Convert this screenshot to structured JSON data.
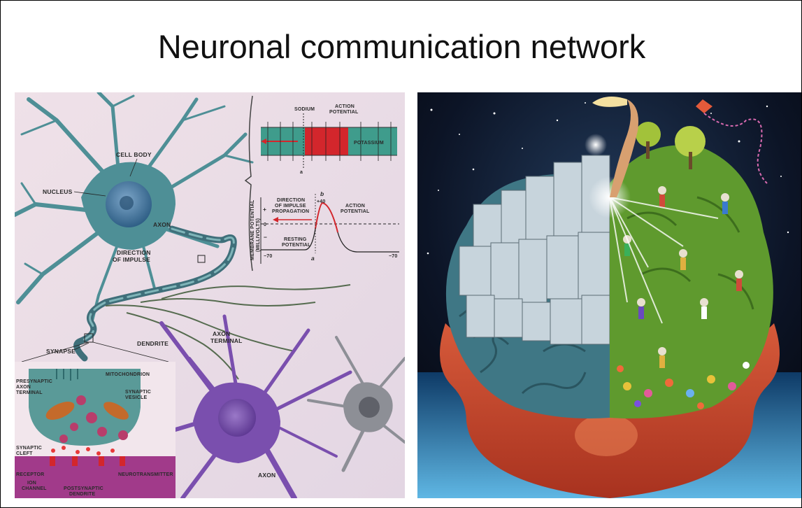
{
  "slide": {
    "title": "Neuronal communication network"
  },
  "neuron_diagram": {
    "labels": {
      "cell_body": "CELL BODY",
      "nucleus": "NUCLEUS",
      "axon": "AXON",
      "direction_of_impulse_1": "DIRECTION",
      "direction_of_impulse_2": "OF IMPULSE",
      "synapse": "SYNAPSE",
      "dendrite": "DENDRITE",
      "axon_terminal_1": "AXON",
      "axon_terminal_2": "TERMINAL",
      "axon_bottom": "AXON",
      "sodium": "SODIUM",
      "action_potential_top_1": "ACTION",
      "action_potential_top_2": "POTENTIAL",
      "potassium": "POTASSIUM",
      "point_a_top": "a",
      "direction_impulse_prop_1": "DIRECTION",
      "direction_impulse_prop_2": "OF IMPULSE",
      "direction_impulse_prop_3": "PROPAGATION",
      "plus40": "+40",
      "point_b": "b",
      "action_potential_graph_1": "ACTION",
      "action_potential_graph_2": "POTENTIAL",
      "membrane_potential": "MEMBRANE POTENTIAL",
      "millivolts": "(MILLIVOLTS)",
      "plus_sign": "+",
      "zero": "0",
      "minus_sign": "−",
      "resting_potential_1": "RESTING",
      "resting_potential_2": "POTENTIAL",
      "minus70_left": "−70",
      "point_a_graph": "a",
      "minus70_right": "−70",
      "presynaptic_1": "PRESYNAPTIC",
      "presynaptic_2": "AXON",
      "presynaptic_3": "TERMINAL",
      "mitochondrion": "MITOCHONDRION",
      "synaptic_vesicle_1": "SYNAPTIC",
      "synaptic_vesicle_2": "VESICLE",
      "synaptic_cleft_1": "SYNAPTIC",
      "synaptic_cleft_2": "CLEFT",
      "receptor": "RECEPTOR",
      "ion_channel_1": "ION",
      "ion_channel_2": "CHANNEL",
      "neurotransmitter": "NEUROTRANSMITTER",
      "postsynaptic_1": "POSTSYNAPTIC",
      "postsynaptic_2": "DENDRITE"
    }
  },
  "colors": {
    "neuron_teal": "#4e8f96",
    "neuron_purple": "#7a4fae",
    "neuron_grey": "#8d8f96",
    "sodium_red": "#d3262c",
    "membrane_teal": "#3f9c8c",
    "brain_left": "#3f7785",
    "brain_right": "#5f9a2e",
    "head_skin": "#c6452f"
  }
}
